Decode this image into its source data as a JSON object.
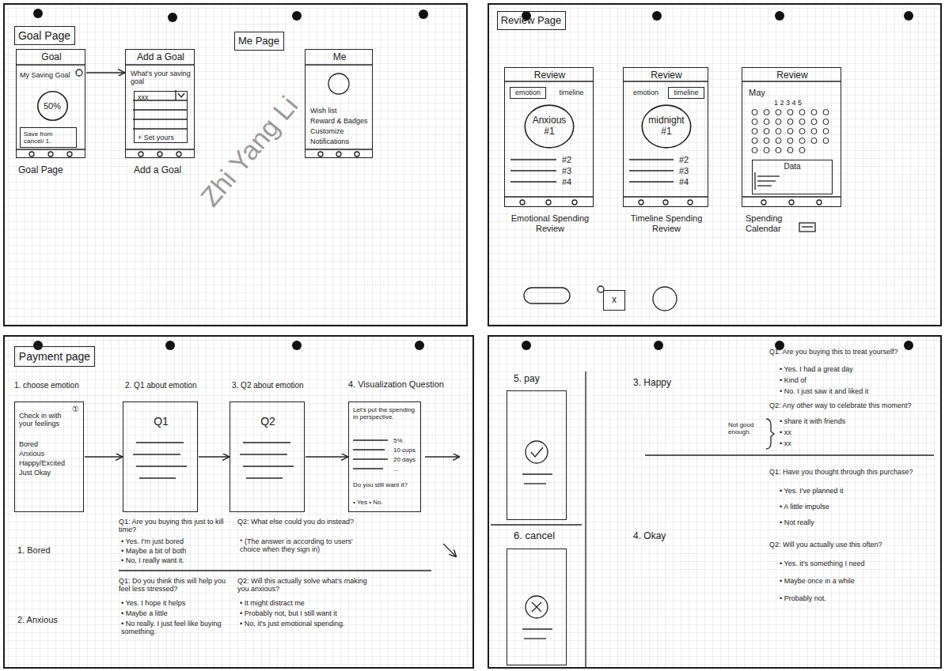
{
  "diagram": {
    "nodes": [
      {
        "text": [
          "Goal Page"
        ]
      },
      {
        "text": [
          "Goal",
          "My Saving Goal",
          "Goal Page"
        ]
      },
      {
        "text": [
          "50%"
        ],
        "in": 1
      },
      {
        "text": [
          "Save from cancel/ 1."
        ],
        "in": 1
      },
      {
        "text": [
          "Add a Goal",
          "What's your saving goal",
          "Add a Goal"
        ]
      },
      {
        "text": [
          "xxx",
          "+ Set yours"
        ],
        "in": 4
      },
      {
        "text": [
          "Me Page"
        ]
      },
      {
        "text": [
          "Me",
          "Wish list",
          "Reward & Badges",
          "Customize",
          "Notifications"
        ]
      },
      {
        "text": [
          "Review Page"
        ]
      },
      {
        "text": [
          "Review",
          "timeline",
          "#2",
          "#3",
          "#4",
          "Emotional Spending Review"
        ]
      },
      {
        "text": [
          "emotion"
        ],
        "in": 9
      },
      {
        "text": [
          "Anxious",
          "#1"
        ],
        "in": 9
      },
      {
        "text": [
          "Review",
          "emotion",
          "#2",
          "#3",
          "#4",
          "Timeline Spending Review"
        ]
      },
      {
        "text": [
          "timeline"
        ],
        "in": 12
      },
      {
        "text": [
          "midnight",
          "#1"
        ],
        "in": 12
      },
      {
        "text": [
          "Review",
          "May",
          "1 2 3 4 5",
          "Spending Calendar"
        ]
      },
      {
        "text": [
          "Data"
        ],
        "in": 15
      },
      {
        "text": [
          "x"
        ]
      },
      {
        "text": [
          "Payment page"
        ]
      },
      {
        "text": [
          "①",
          "Check in with your feelings",
          "Bored",
          "Anxious",
          "Happy/Excited",
          "Just Okay"
        ]
      },
      {
        "text": [
          "Q1"
        ]
      },
      {
        "text": [
          "Q2"
        ]
      },
      {
        "text": [
          "Let's put the spending in perspective.",
          "5%",
          "10 cups",
          "20 days",
          "...",
          "Do you still want it?",
          "• Yes • No."
        ]
      },
      {
        "text": [
          "5. pay"
        ]
      },
      {
        "text": [
          "6. cancel"
        ]
      }
    ],
    "edges": [
      {
        "from": 1,
        "to": 4,
        "arrow": "to"
      },
      {
        "from": 19,
        "to": 20,
        "arrow": "to"
      },
      {
        "from": 20,
        "to": 21,
        "arrow": "to"
      },
      {
        "from": 21,
        "to": 22,
        "arrow": "to"
      }
    ],
    "labels": [
      "Zhi Yang Li",
      "1. choose emotion",
      "2. Q1 about emotion",
      "3. Q2 about emotion",
      "4. Visualization Question",
      "1. Bored",
      "Q1: Are you buying this just to kill time?",
      "• Yes. I'm just bored",
      "• Maybe a bit of both",
      "• No, I really want it.",
      "Q2: What else could you do instead?",
      "* (The answer is according to users' choice when they sign in)",
      "2. Anxious",
      "Q1: Do you think this will help you feel less stressed?",
      "• Yes. I hope it helps",
      "• Maybe a little",
      "• No really. I just feel like buying something.",
      "Q2: Will this actually solve what's making you anxious?",
      "• It might distract me",
      "• Probably not, but I still want it",
      "• No, it's just emotional spending.",
      "3. Happy",
      "Q1: Are you buying this to treat yourself?",
      "• Yes. I had a great day",
      "• Kind of",
      "• No. I just saw it and liked it",
      "Q2: Any other way to celebrate this moment?",
      "• share it with friends",
      "• xx",
      "• xx",
      "Not good enough.",
      "4. Okay",
      "Q1: Have you thought through this purchase?",
      "• Yes. I've planned it",
      "• A little impulse",
      "• Not really",
      "Q2: Will you actually use this often?",
      "• Yes. it's something I need",
      "• Maybe once in a while",
      "• Probably not."
    ]
  }
}
